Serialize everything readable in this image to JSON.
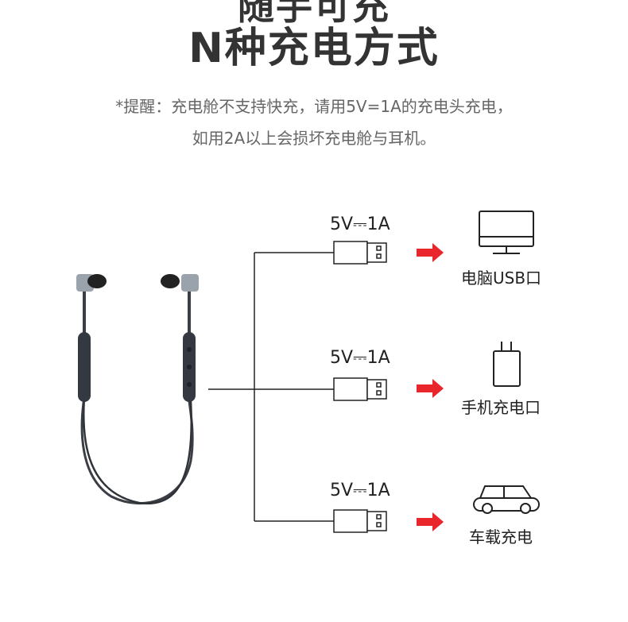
{
  "title": {
    "top_partial": "随手可充",
    "main": "N种充电方式"
  },
  "notice": {
    "line1": "*提醒：充电舱不支持快充，请用5V=1A的充电头充电，",
    "line2": "如用2A以上会损坏充电舱与耳机。"
  },
  "branches": [
    {
      "voltage": "5V⎓1A",
      "destination": "电脑USB口",
      "icon": "computer-monitor-icon"
    },
    {
      "voltage": "5V⎓1A",
      "destination": "手机充电口",
      "icon": "phone-charger-icon"
    },
    {
      "voltage": "5V⎓1A",
      "destination": "车载充电",
      "icon": "car-icon"
    }
  ],
  "colors": {
    "arrow": "#e8262b",
    "text": "#333333",
    "line": "#222222"
  }
}
